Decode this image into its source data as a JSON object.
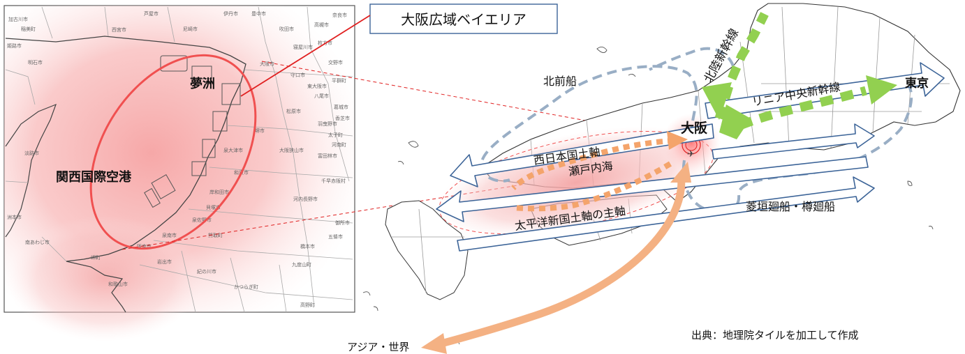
{
  "inset": {
    "title": "大阪広域ベイエリア",
    "label_yumeshima": "夢洲",
    "label_kix": "関西国際空港",
    "towns": [
      "稲美町",
      "加古川市",
      "明石市",
      "姫路市",
      "伊丹市",
      "豊中市",
      "吹田市",
      "高槻市",
      "枚方市",
      "寝屋川市",
      "交野市",
      "八尾市",
      "松原市",
      "堺市",
      "泉大津市",
      "岸和田市",
      "和泉市",
      "大阪狭山市",
      "河内長野市",
      "貝塚市",
      "泉佐野市",
      "熊取町",
      "泉南市",
      "阪南市",
      "岬町",
      "和歌山市",
      "紀の川市",
      "岩出市",
      "橋本市",
      "九度山町",
      "かつらぎ町",
      "高野町",
      "淡路市",
      "洲本市",
      "南あわじ市",
      "芦屋市",
      "西宮市",
      "尼崎市",
      "大阪市",
      "守口市",
      "東大阪市",
      "羽曳野市",
      "富田林市",
      "河南町",
      "千早赤阪村",
      "太子町",
      "御所市",
      "五條市",
      "葛城市",
      "香芝市",
      "平群町",
      "奈良市"
    ]
  },
  "main": {
    "label_tokyo": "東京",
    "label_osaka": "大阪",
    "label_hokuriku": "北陸新幹線",
    "label_linear": "リニア中央新幹線",
    "label_kitamaebune": "北前船",
    "label_nishinihon": "西日本国土軸",
    "label_setonaikai": "瀬戸内海",
    "label_taiheiyo": "太平洋新国土軸の主軸",
    "label_higaki": "菱垣廻船・樽廻船",
    "label_asia": "アジア・世界",
    "source": "出典：地理院タイルを加工して作成"
  },
  "colors": {
    "axis_blue": "#3c6498",
    "dashed_blue": "#99aec5",
    "green": "#92d050",
    "orange": "#f4b183",
    "dot_orange": "#ed7d31",
    "red": "#e03030",
    "pink": "#f8b2b2"
  }
}
